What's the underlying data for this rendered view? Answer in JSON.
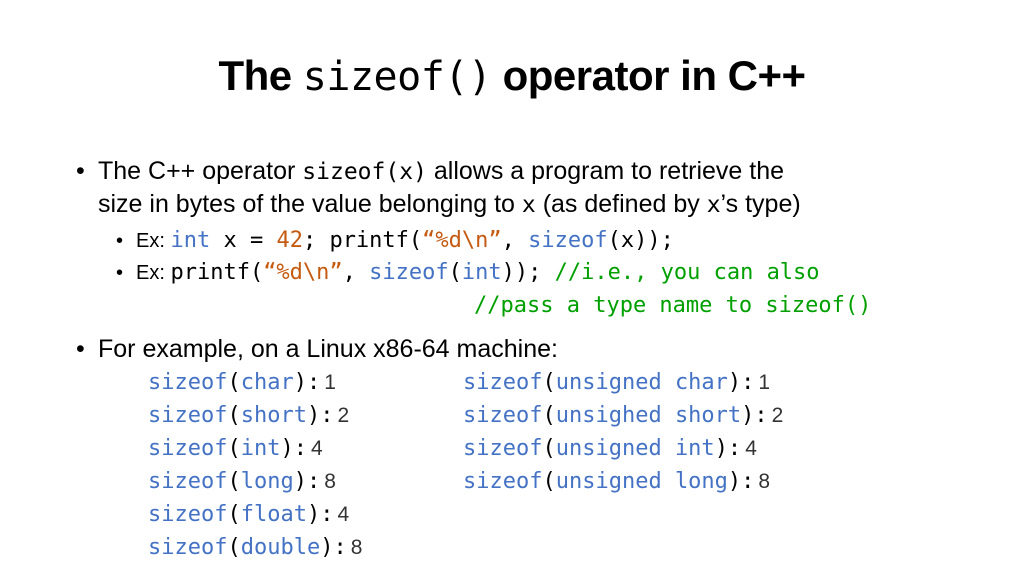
{
  "title": {
    "word_the": "The",
    "code": "sizeof()",
    "rest": "operator in C++"
  },
  "bullet1": {
    "text_a": "The C++ operator ",
    "code_a": "sizeof(x)",
    "text_b": " allows a program to retrieve the",
    "line2_a": "size in bytes of the value belonging to ",
    "code_x1": "x",
    "line2_b": " (as defined by ",
    "code_x2": "x",
    "line2_c": "’s type)"
  },
  "ex1": {
    "prefix": "Ex:",
    "kw_int": "int",
    "p1": " x = ",
    "num": "42",
    "p2": "; printf(",
    "str": "“%d\\n”",
    "p3": ", ",
    "kw_sizeof": "sizeof",
    "p4": "(x));"
  },
  "ex2": {
    "prefix": "Ex:",
    "p1": "printf(",
    "str": "“%d\\n”",
    "p2": ", ",
    "kw_sizeof": "sizeof",
    "p3": "(",
    "kw_int": "int",
    "p4": ")); ",
    "comment1": "//i.e., you can also",
    "comment2": "//pass a type name to sizeof()"
  },
  "bullet3": {
    "text": "For example, on a Linux x86-64 machine:"
  },
  "sizes_left": [
    {
      "type": "char",
      "value": "1"
    },
    {
      "type": "short",
      "value": "2"
    },
    {
      "type": "int",
      "value": "4"
    },
    {
      "type": "long",
      "value": "8"
    },
    {
      "type": "float",
      "value": "4"
    },
    {
      "type": "double",
      "value": "8"
    }
  ],
  "sizes_right": [
    {
      "type": "unsigned char",
      "value": "1"
    },
    {
      "type": "unsighed short",
      "value": "2"
    },
    {
      "type": "unsigned int",
      "value": "4"
    },
    {
      "type": "unsigned long",
      "value": "8"
    }
  ],
  "sizeof_kw": "sizeof"
}
